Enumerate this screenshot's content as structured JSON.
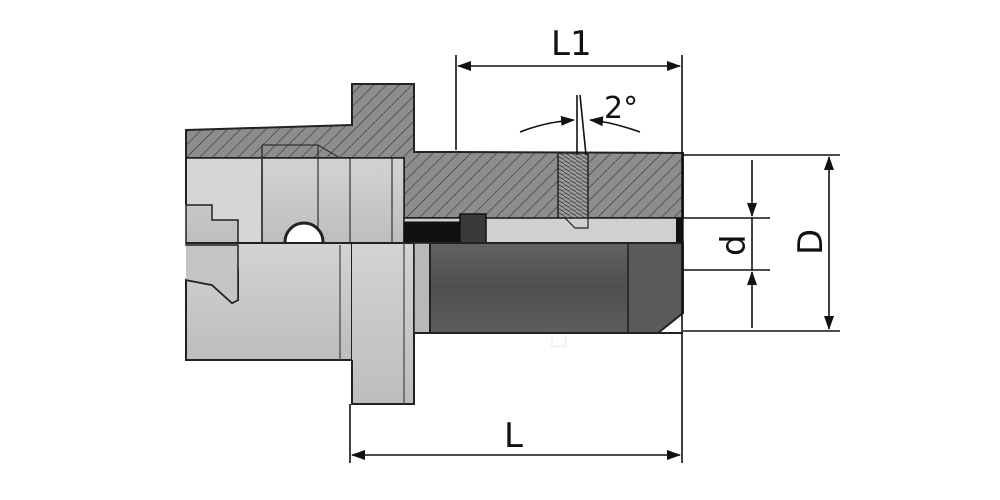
{
  "dimensions": {
    "L": "L",
    "L1": "L1",
    "d": "d",
    "D": "D",
    "angle": "2°"
  },
  "watermark": "shop",
  "colors": {
    "outline": "#222222",
    "hatch_fill": "#8a8a8a",
    "body_fill": "#c9c9c9",
    "dark_fill": "#555555",
    "black_fill": "#111111"
  }
}
